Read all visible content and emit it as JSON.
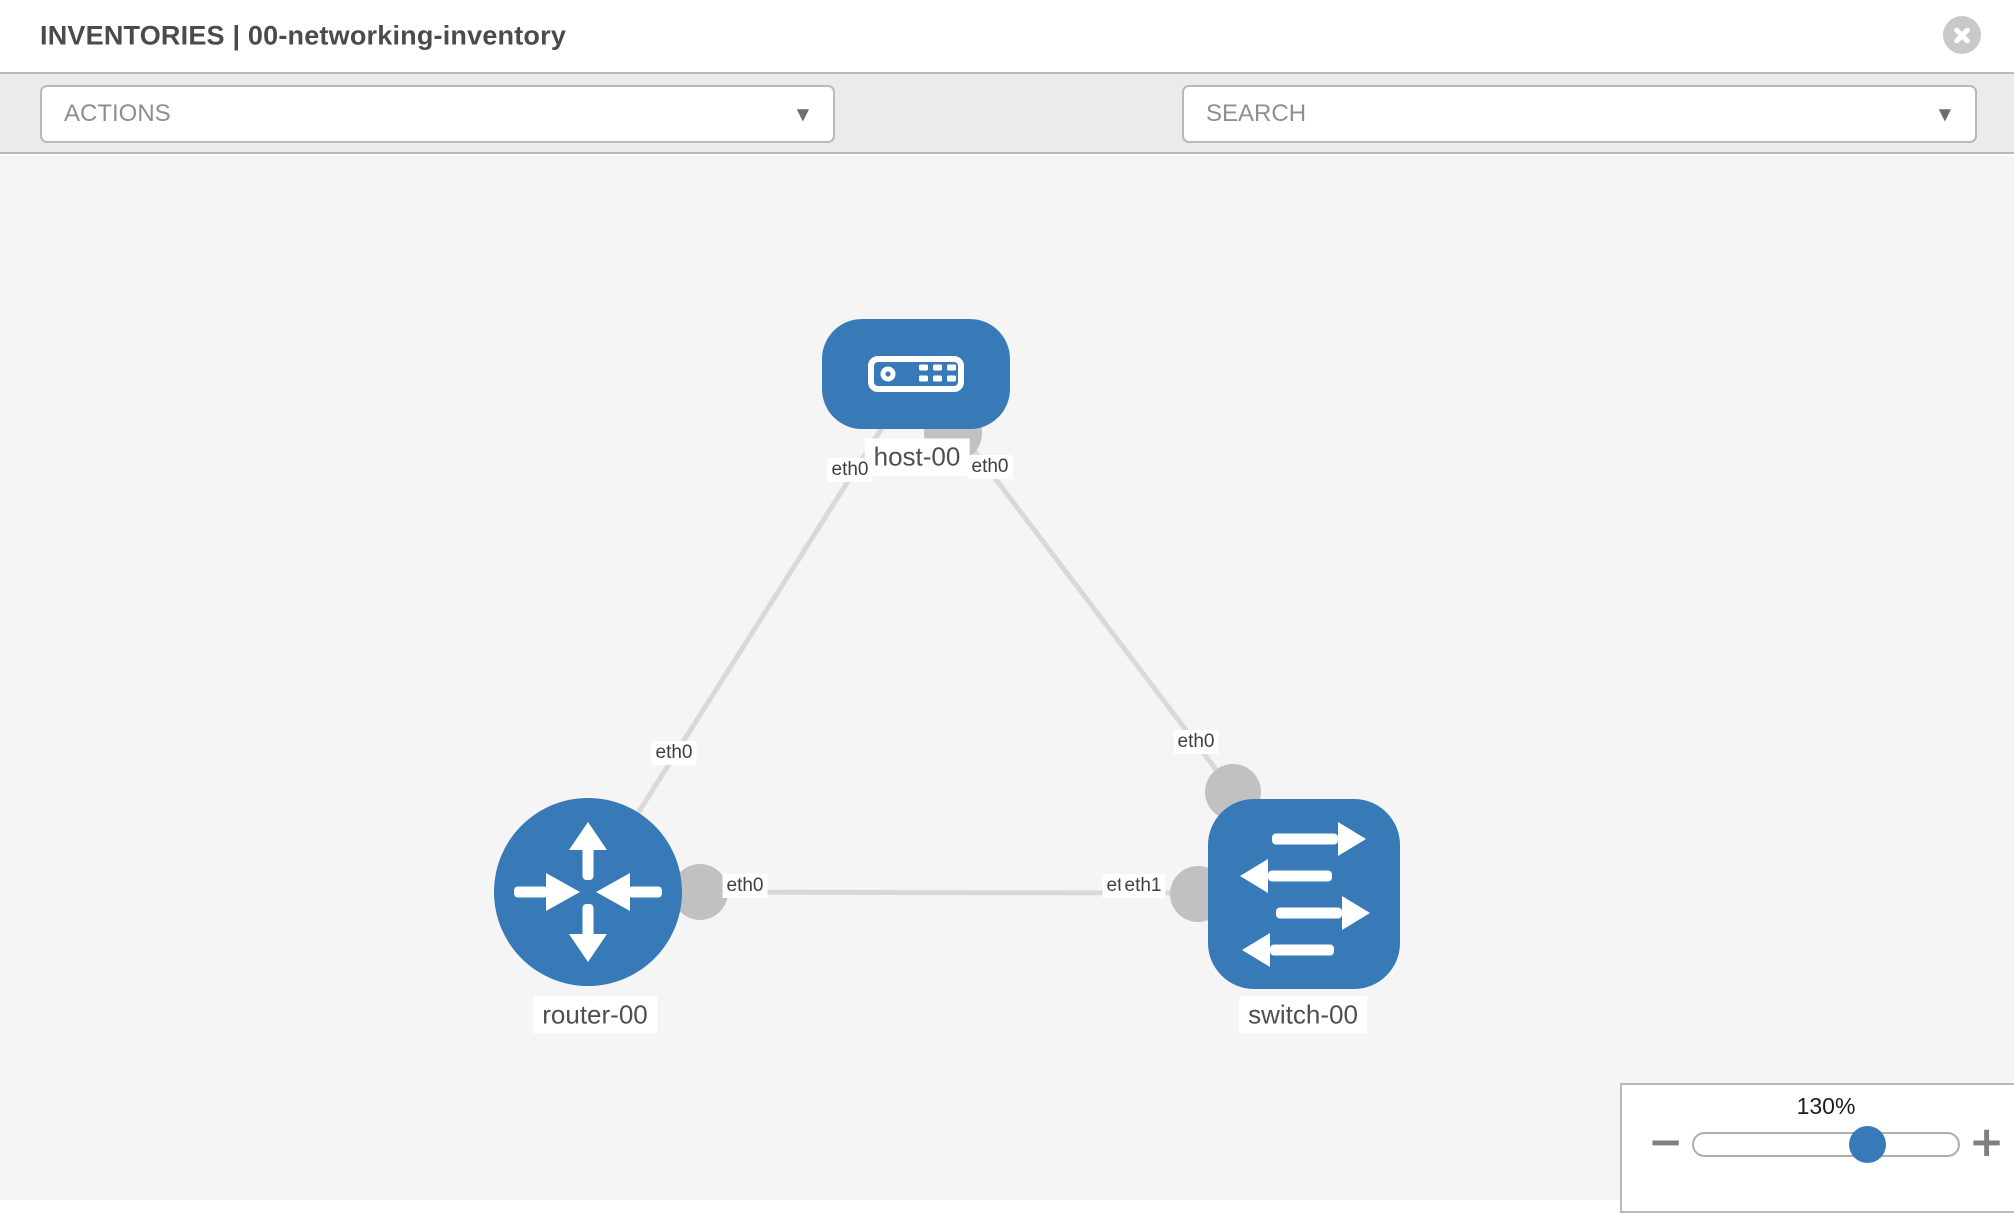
{
  "header": {
    "title": "INVENTORIES | 00-networking-inventory"
  },
  "toolbar": {
    "actions_label": "ACTIONS",
    "search_label": "SEARCH"
  },
  "icons": {
    "caret_down": "▼",
    "minus": "−",
    "plus": "+"
  },
  "colors": {
    "node_fill": "#377ab7",
    "link": "#d9d9d9",
    "interface_circle": "#c1c1c1",
    "toolbar_bg": "#ebebeb",
    "canvas_bg": "#f5f5f5"
  },
  "topology": {
    "nodes": [
      {
        "label": "host-00",
        "type": "host"
      },
      {
        "label": "router-00",
        "type": "router"
      },
      {
        "label": "switch-00",
        "type": "switch"
      }
    ],
    "links": [
      {
        "from": "host-00",
        "from_interface": "eth0",
        "to": "router-00",
        "to_interface": "eth0"
      },
      {
        "from": "host-00",
        "from_interface": "eth0",
        "to": "switch-00",
        "to_interface": "eth0"
      },
      {
        "from": "router-00",
        "from_interface": "eth0",
        "to": "switch-00",
        "to_interface": "eth1"
      }
    ]
  },
  "zoom_control": {
    "level": "130%"
  }
}
